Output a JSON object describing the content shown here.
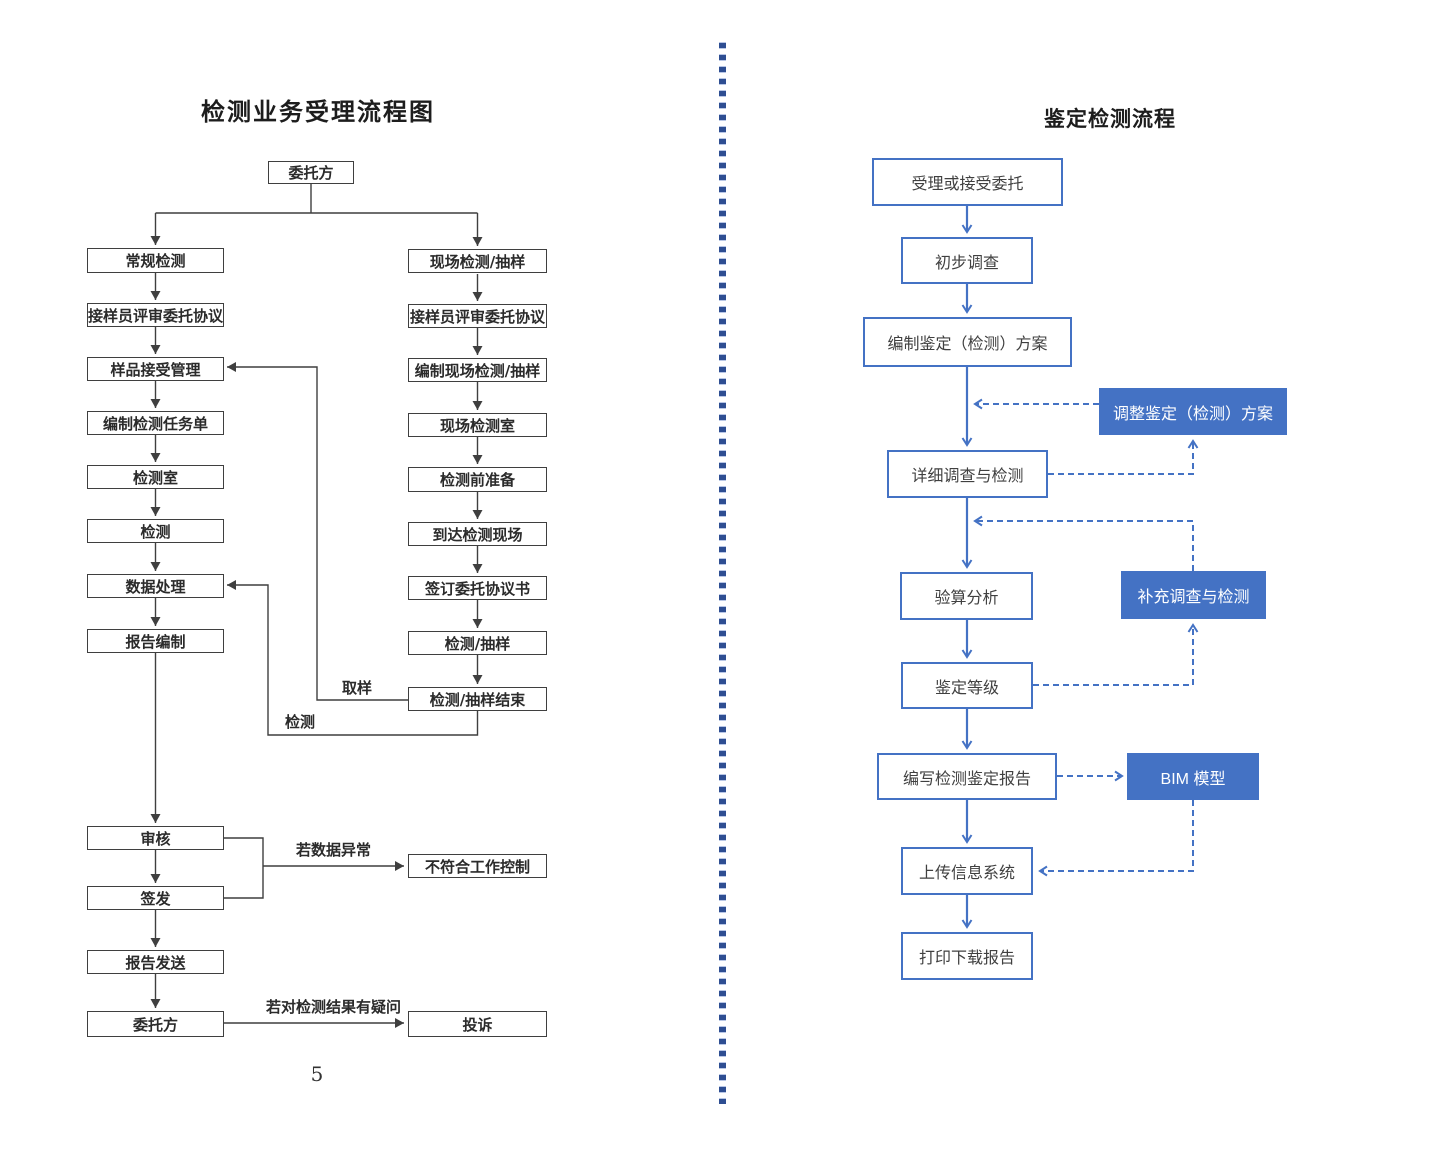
{
  "page_number": "5",
  "left_chart": {
    "title": "检测业务受理流程图",
    "top_node": "委托方",
    "left_column": [
      "常规检测",
      "接样员评审委托协议",
      "样品接受管理",
      "编制检测任务单",
      "检测室",
      "检测",
      "数据处理",
      "报告编制",
      "审核",
      "签发",
      "报告发送",
      "委托方"
    ],
    "right_column": [
      "现场检测/抽样",
      "接样员评审委托协议",
      "编制现场检测/抽样",
      "现场检测室",
      "检测前准备",
      "到达检测现场",
      "签订委托协议书",
      "检测/抽样",
      "检测/抽样结束"
    ],
    "exception_node": "不符合工作控制",
    "complaint_node": "投诉",
    "edge_labels": {
      "sampling": "取样",
      "testing": "检测",
      "data_abnormal": "若数据异常",
      "result_question": "若对检测结果有疑问"
    },
    "line_color": "#3f3f3f"
  },
  "right_chart": {
    "title": "鉴定检测流程",
    "main_flow": [
      "受理或接受委托",
      "初步调查",
      "编制鉴定（检测）方案",
      "详细调查与检测",
      "验算分析",
      "鉴定等级",
      "编写检测鉴定报告",
      "上传信息系统",
      "打印下载报告"
    ],
    "side_nodes": [
      "调整鉴定（检测）方案",
      "补充调查与检测",
      "BIM 模型"
    ],
    "accent_color": "#4472C4"
  },
  "divider_color": "#2e4e92"
}
